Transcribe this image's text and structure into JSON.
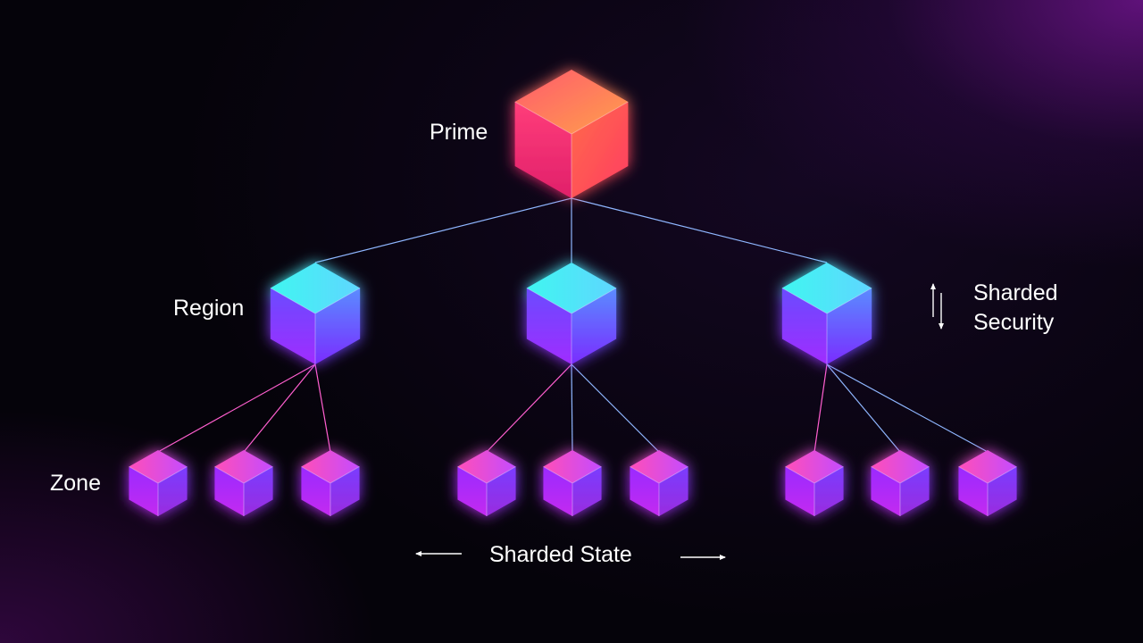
{
  "labels": {
    "prime": "Prime",
    "region": "Region",
    "zone": "Zone",
    "security_line1": "Sharded",
    "security_line2": "Security",
    "state": "Sharded State"
  },
  "hierarchy": {
    "prime": {
      "children": [
        "region-1",
        "region-2",
        "region-3"
      ]
    },
    "regions": [
      {
        "id": "region-1",
        "zones": [
          "zone-1",
          "zone-2",
          "zone-3"
        ]
      },
      {
        "id": "region-2",
        "zones": [
          "zone-4",
          "zone-5",
          "zone-6"
        ]
      },
      {
        "id": "region-3",
        "zones": [
          "zone-7",
          "zone-8",
          "zone-9"
        ]
      }
    ]
  },
  "colors": {
    "prime": [
      "#ff3d7a",
      "#ff8a3d"
    ],
    "region": [
      "#3ff6f0",
      "#7a2cff"
    ],
    "zone": [
      "#ff4fb8",
      "#8a2cff"
    ],
    "link_region": "#8fb6ff",
    "link_zone": "#ff5fcf"
  }
}
